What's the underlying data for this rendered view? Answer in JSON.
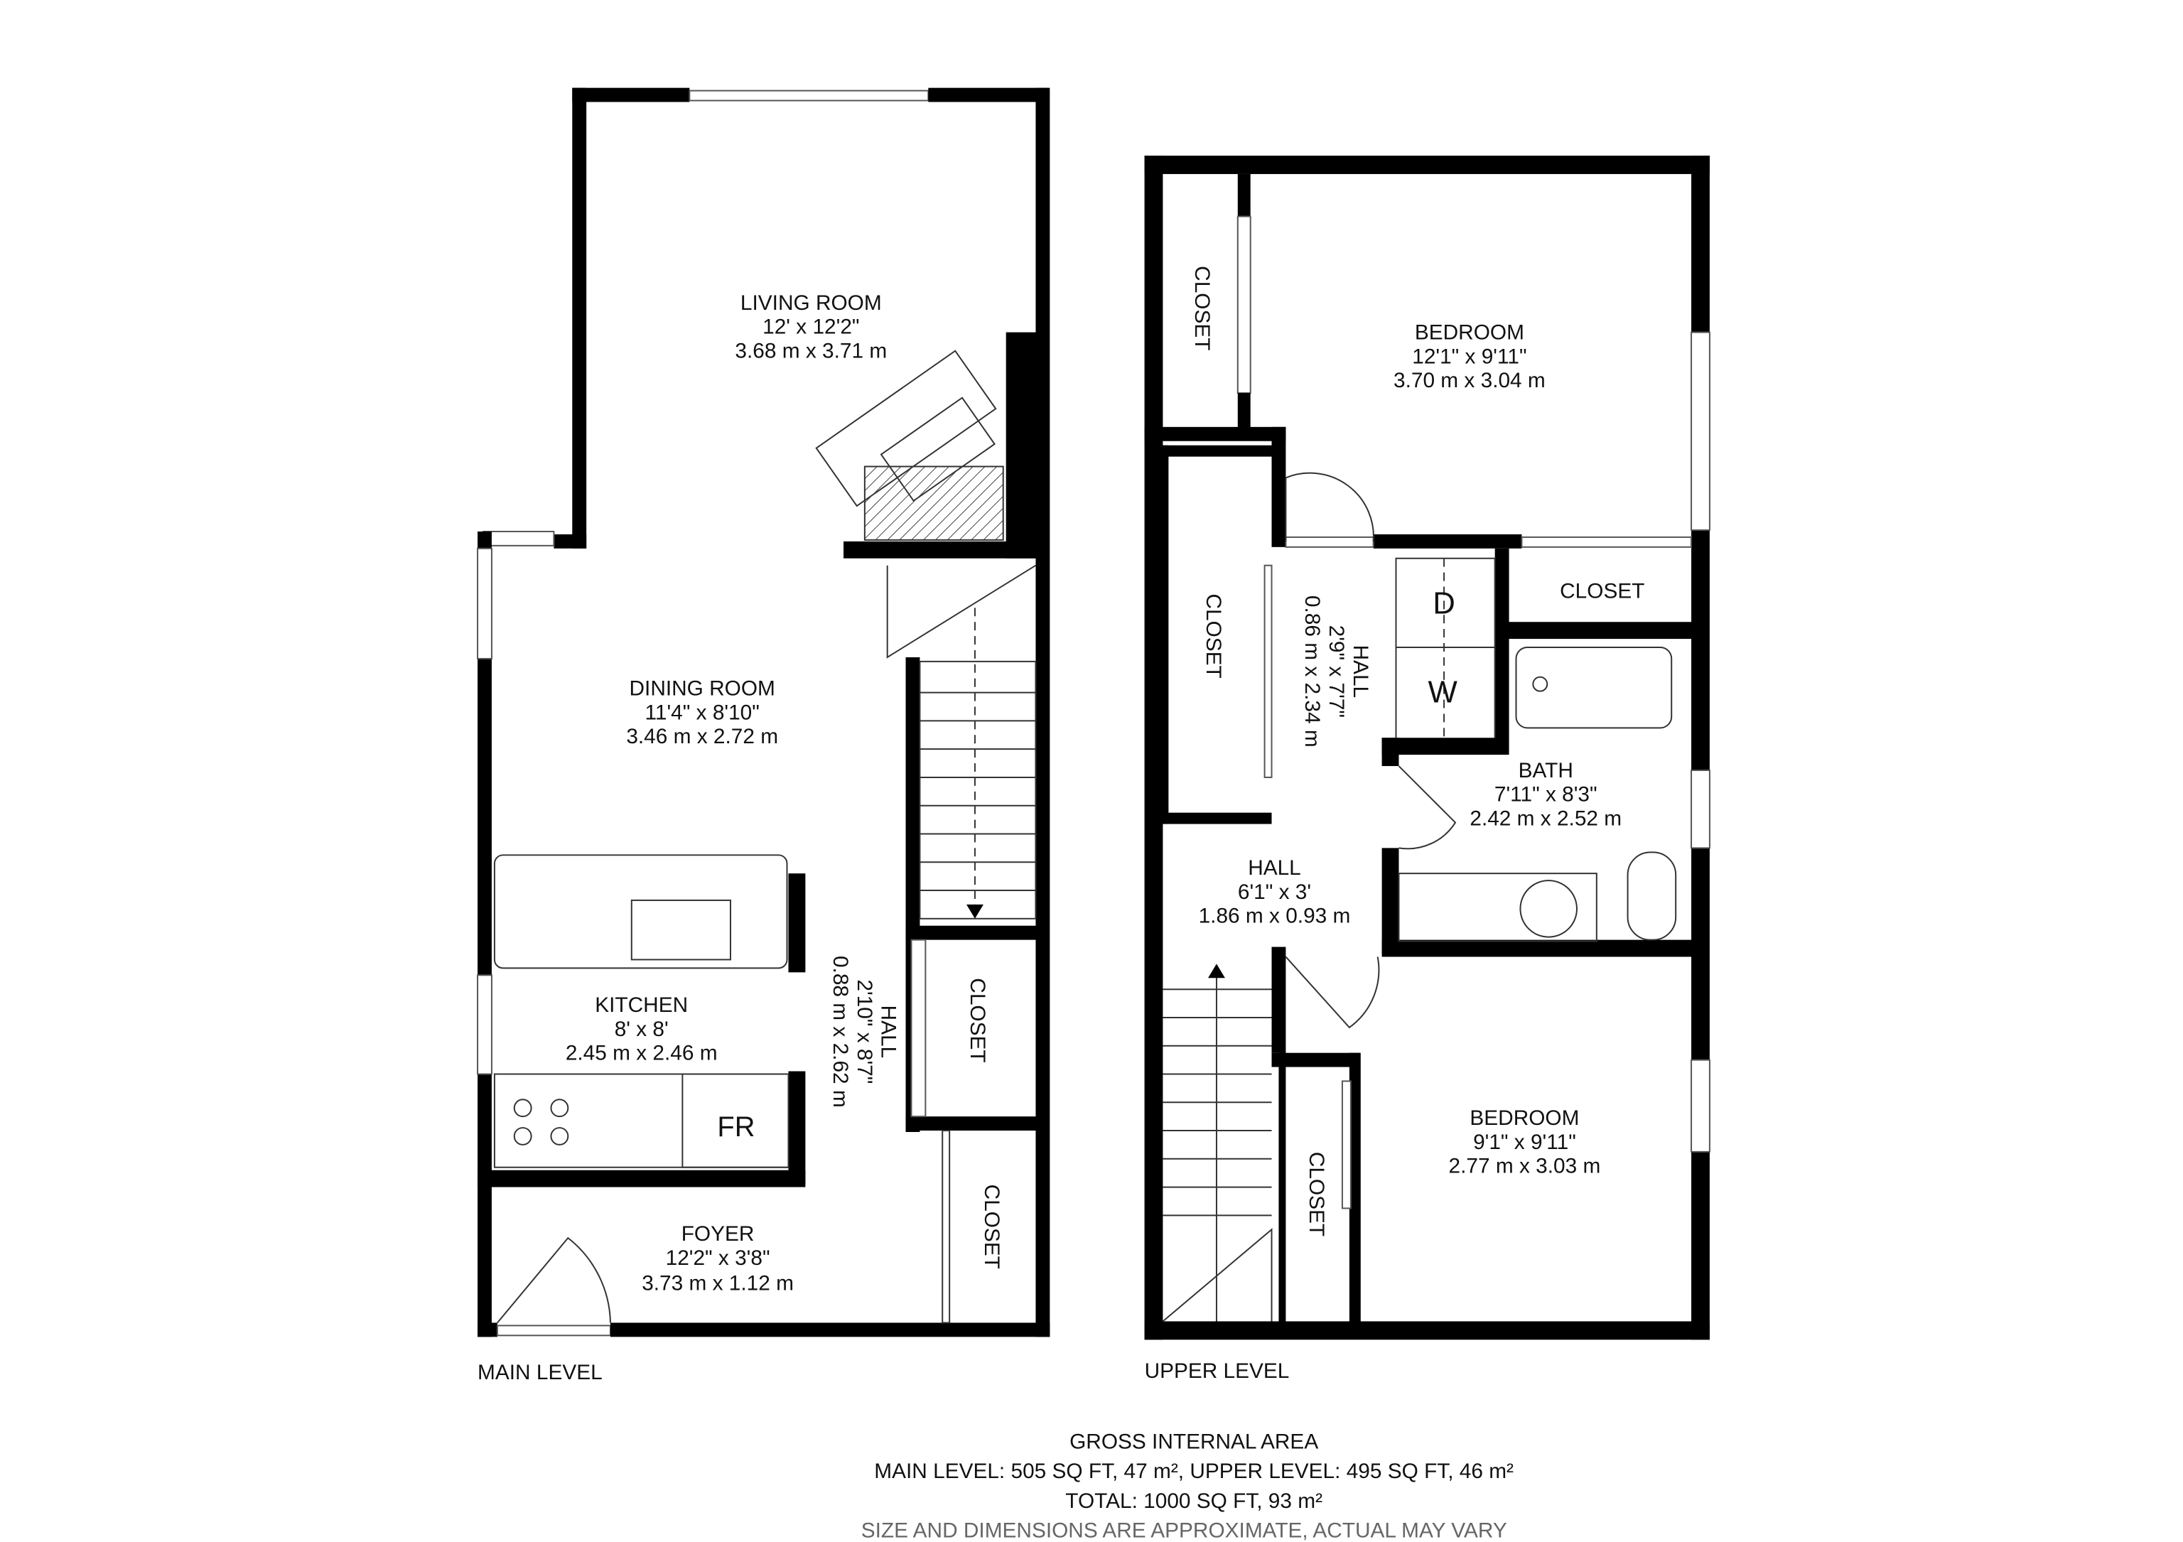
{
  "main_level": {
    "label": "MAIN LEVEL",
    "rooms": {
      "living": {
        "name": "LIVING ROOM",
        "imperial": "12' x 12'2\"",
        "metric": "3.68 m x 3.71 m"
      },
      "dining": {
        "name": "DINING ROOM",
        "imperial": "11'4\" x 8'10\"",
        "metric": "3.46 m x 2.72 m"
      },
      "kitchen": {
        "name": "KITCHEN",
        "imperial": "8' x 8'",
        "metric": "2.45 m x 2.46 m"
      },
      "hall": {
        "name": "HALL",
        "imperial": "2'10\" x 8'7\"",
        "metric": "0.88 m x 2.62 m"
      },
      "foyer": {
        "name": "FOYER",
        "imperial": "12'2\" x 3'8\"",
        "metric": "3.73 m x 1.12 m"
      },
      "closet1": {
        "name": "CLOSET"
      },
      "closet2": {
        "name": "CLOSET"
      },
      "fridge": {
        "name": "FR"
      }
    }
  },
  "upper_level": {
    "label": "UPPER LEVEL",
    "rooms": {
      "bedroom1": {
        "name": "BEDROOM",
        "imperial": "12'1\" x 9'11\"",
        "metric": "3.70 m x 3.04 m"
      },
      "bedroom2": {
        "name": "BEDROOM",
        "imperial": "9'1\" x 9'11\"",
        "metric": "2.77 m x 3.03 m"
      },
      "bath": {
        "name": "BATH",
        "imperial": "7'11\" x 8'3\"",
        "metric": "2.42 m x 2.52 m"
      },
      "hall_upper": {
        "name": "HALL",
        "imperial": "2'9\" x 7'7\"",
        "metric": "0.86 m x 2.34 m"
      },
      "hall_lower": {
        "name": "HALL",
        "imperial": "6'1\" x 3'",
        "metric": "1.86 m x 0.93 m"
      },
      "closet_top_left": {
        "name": "CLOSET"
      },
      "closet_hall": {
        "name": "CLOSET"
      },
      "closet_right": {
        "name": "CLOSET"
      },
      "closet_bottom": {
        "name": "CLOSET"
      },
      "dryer": {
        "name": "D"
      },
      "washer": {
        "name": "W"
      }
    }
  },
  "footer": {
    "title": "GROSS INTERNAL AREA",
    "levels": "MAIN LEVEL: 505 SQ FT, 47 m², UPPER LEVEL: 495 SQ FT, 46 m²",
    "total": "TOTAL: 1000 SQ FT, 93 m²",
    "disclaimer": "SIZE AND DIMENSIONS ARE APPROXIMATE, ACTUAL MAY VARY"
  }
}
